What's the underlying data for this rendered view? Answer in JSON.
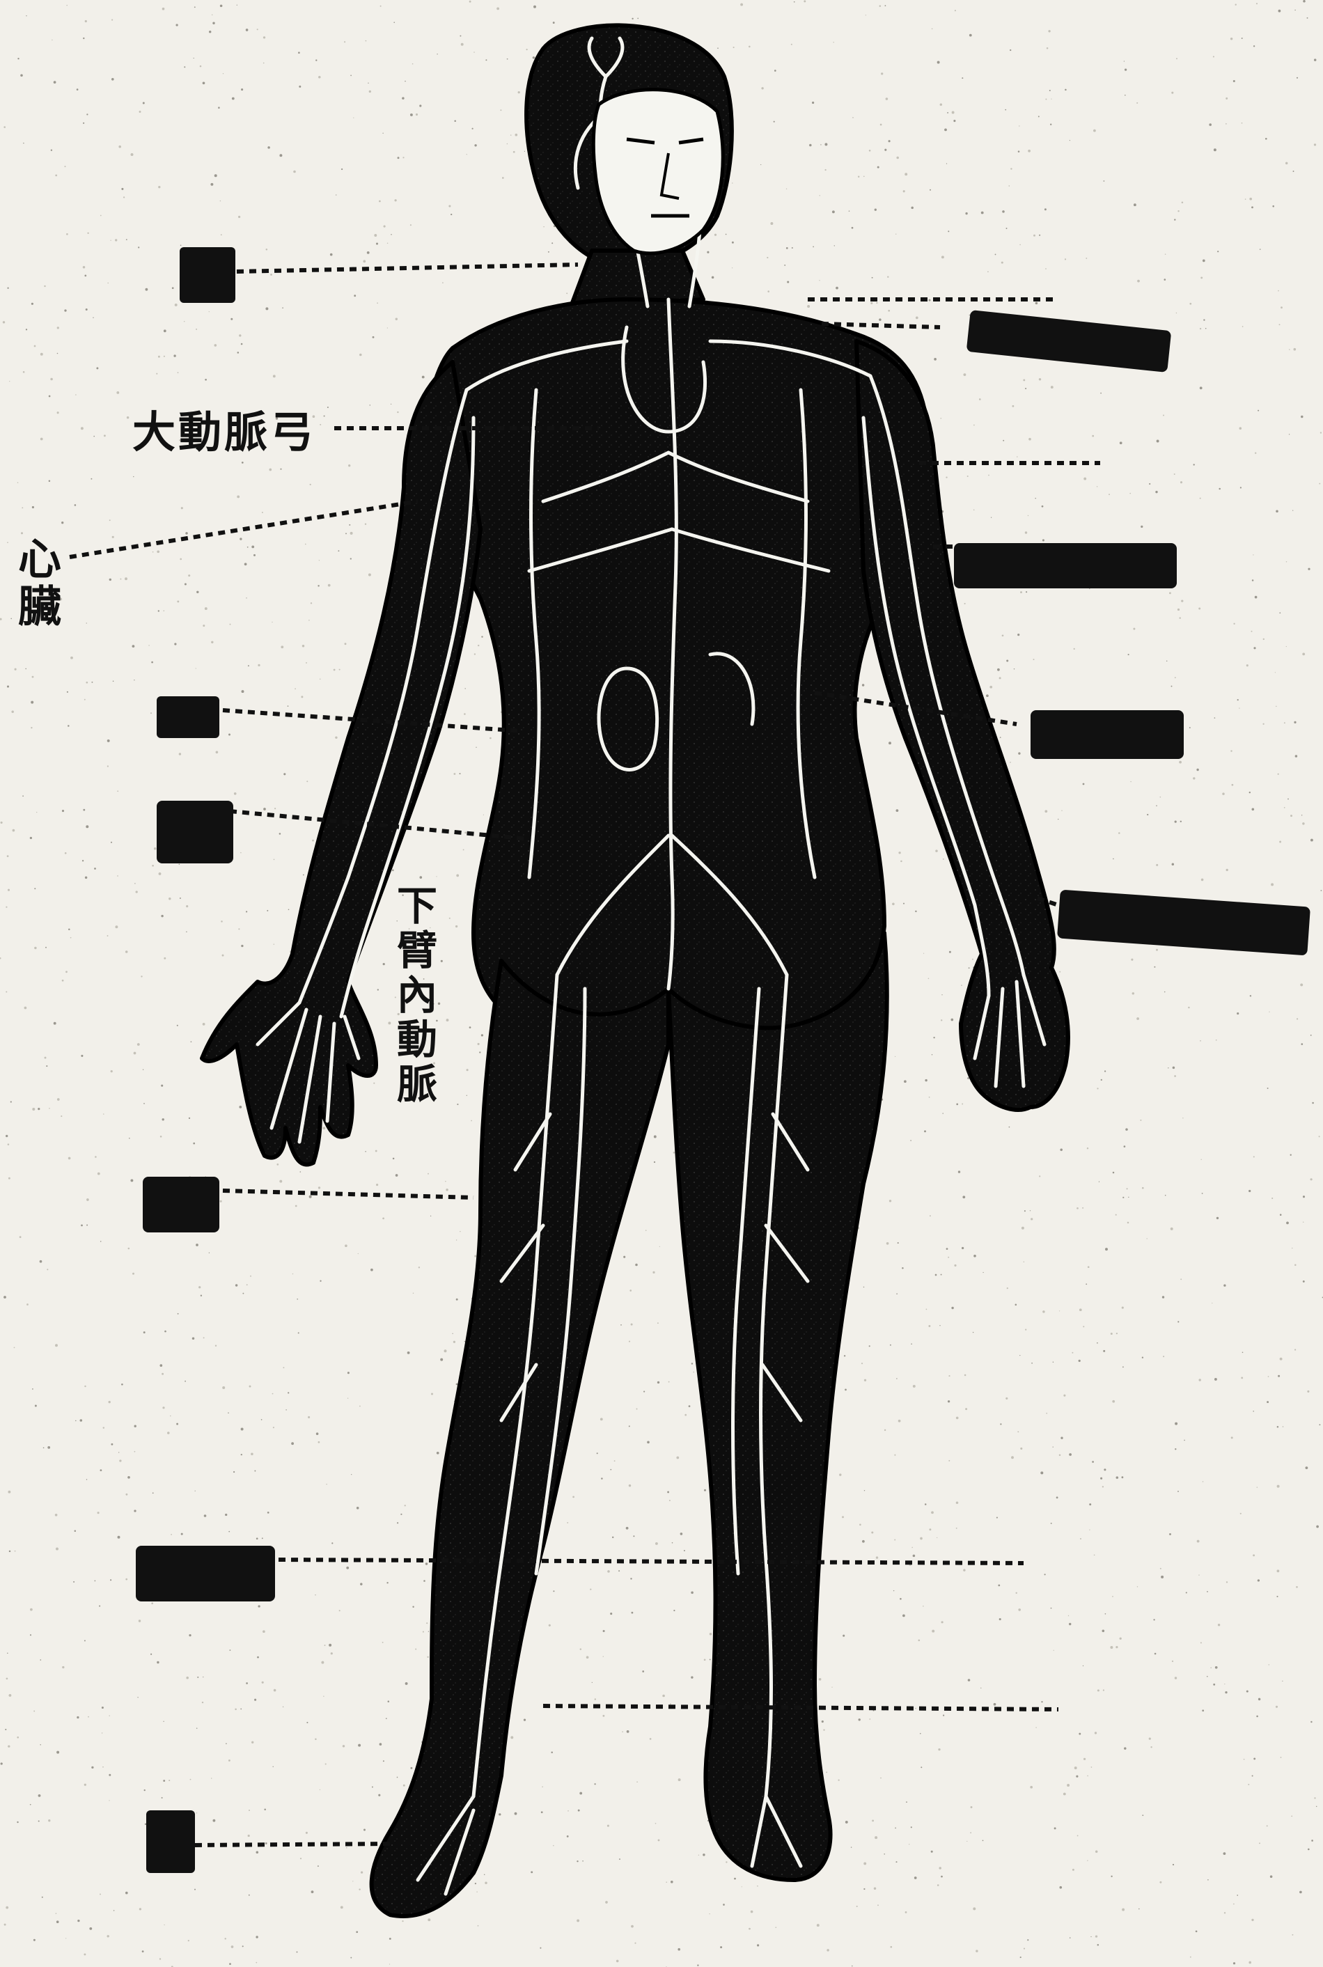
{
  "diagram": {
    "labels": {
      "heart_label": "心臟",
      "aorta_label": "大動脈弓",
      "forearm_artery_label": "下臂內動脈"
    },
    "colors": {
      "paper": "#f2f0ea",
      "ink": "#111111",
      "vessel": "#f5f5f0"
    }
  }
}
